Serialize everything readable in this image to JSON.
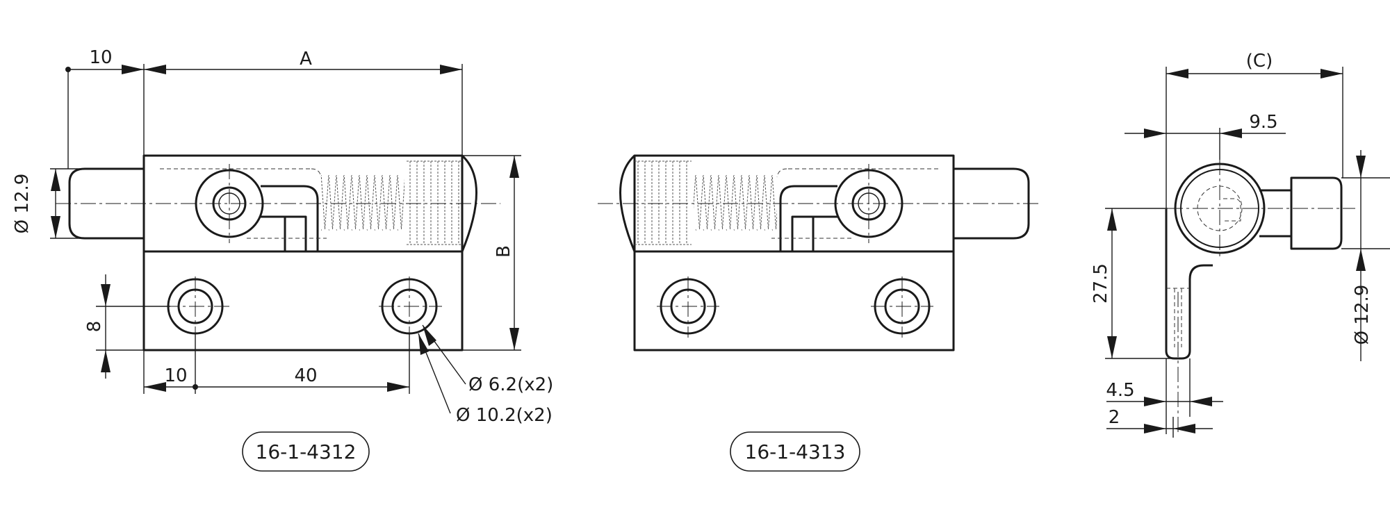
{
  "view_left": {
    "part_number": "16-1-4312",
    "dims": {
      "pin_length": "10",
      "length_a": "A",
      "pin_diameter": "Ø 12.9",
      "height_b": "B",
      "hole_offset_y": "8",
      "hole_offset_x": "10",
      "hole_spacing": "40",
      "hole_diameter": "Ø 6.2(x2)",
      "counterbore_diameter": "Ø 10.2(x2)"
    }
  },
  "view_middle": {
    "part_number": "16-1-4313"
  },
  "view_side": {
    "dims": {
      "width_c": "(C)",
      "offset_9_5": "9.5",
      "height_27_5": "27.5",
      "pin_diameter": "Ø 12.9",
      "thickness_4_5": "4.5",
      "thickness_2": "2"
    }
  }
}
